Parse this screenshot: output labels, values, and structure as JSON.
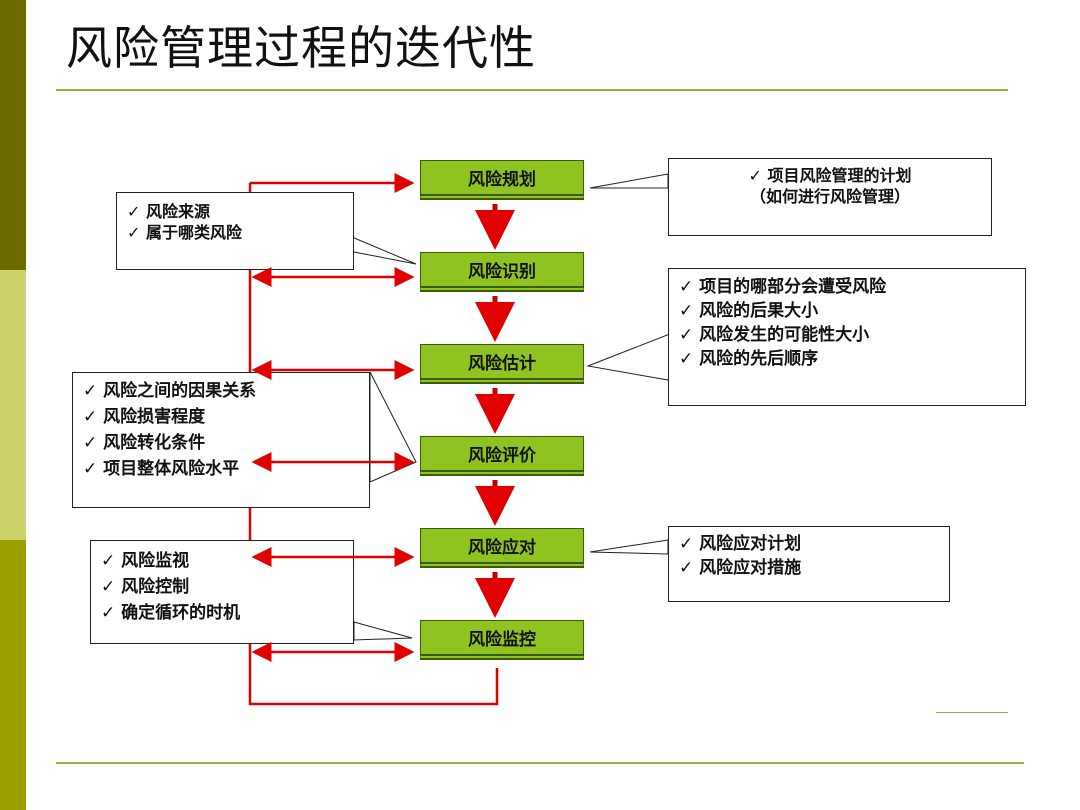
{
  "title": "风险管理过程的迭代性",
  "steps": [
    {
      "label": "风险规划"
    },
    {
      "label": "风险识别"
    },
    {
      "label": "风险估计"
    },
    {
      "label": "风险评价"
    },
    {
      "label": "风险应对"
    },
    {
      "label": "风险监控"
    }
  ],
  "callouts": {
    "planning": [
      "项目风险管理的计划",
      "（如何进行风险管理）"
    ],
    "identification": [
      "风险来源",
      "属于哪类风险"
    ],
    "estimation": [
      "项目的哪部分会遭受风险",
      "风险的后果大小",
      "风险发生的可能性大小",
      "风险的先后顺序"
    ],
    "evaluation": [
      "风险之间的因果关系",
      "风险损害程度",
      "风险转化条件",
      "项目整体风险水平"
    ],
    "response": [
      "风险应对计划",
      "风险应对措施"
    ],
    "monitoring": [
      "风险监视",
      "风险控制",
      "确定循环的时机"
    ]
  },
  "colors": {
    "step_fill": "#8fc31f",
    "arrow_red": "#e00000",
    "bar_top": "#6b6b00",
    "bar_middle": "#cdd36a",
    "bar_bottom": "#9c9e00"
  }
}
